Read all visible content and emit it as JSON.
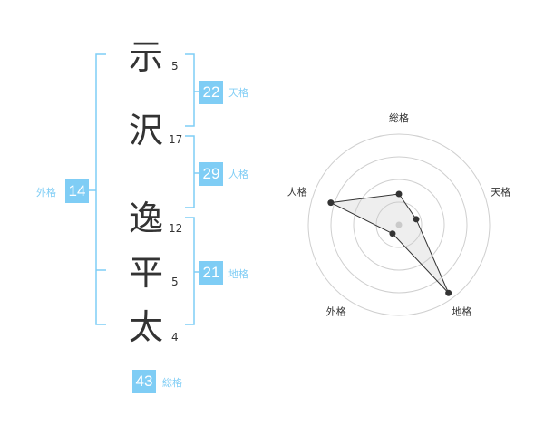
{
  "colors": {
    "accent": "#7fcdf5",
    "text": "#333333",
    "grid": "#cfcfcf"
  },
  "name_chars": [
    {
      "char": "示",
      "strokes": "5"
    },
    {
      "char": "沢",
      "strokes": "17"
    },
    {
      "char": "逸",
      "strokes": "12"
    },
    {
      "char": "平",
      "strokes": "5"
    },
    {
      "char": "太",
      "strokes": "4"
    }
  ],
  "kakusu": {
    "tenkaku": {
      "label": "天格",
      "value": "22"
    },
    "jinkaku": {
      "label": "人格",
      "value": "29"
    },
    "chikaku": {
      "label": "地格",
      "value": "21"
    },
    "gaikaku": {
      "label": "外格",
      "value": "14"
    },
    "soukaku": {
      "label": "総格",
      "value": "43"
    }
  },
  "chart_data": {
    "type": "radar",
    "axes": [
      "総格",
      "天格",
      "地格",
      "外格",
      "人格"
    ],
    "values": [
      0.34,
      0.2,
      0.93,
      0.12,
      0.79
    ],
    "rings": 4
  }
}
